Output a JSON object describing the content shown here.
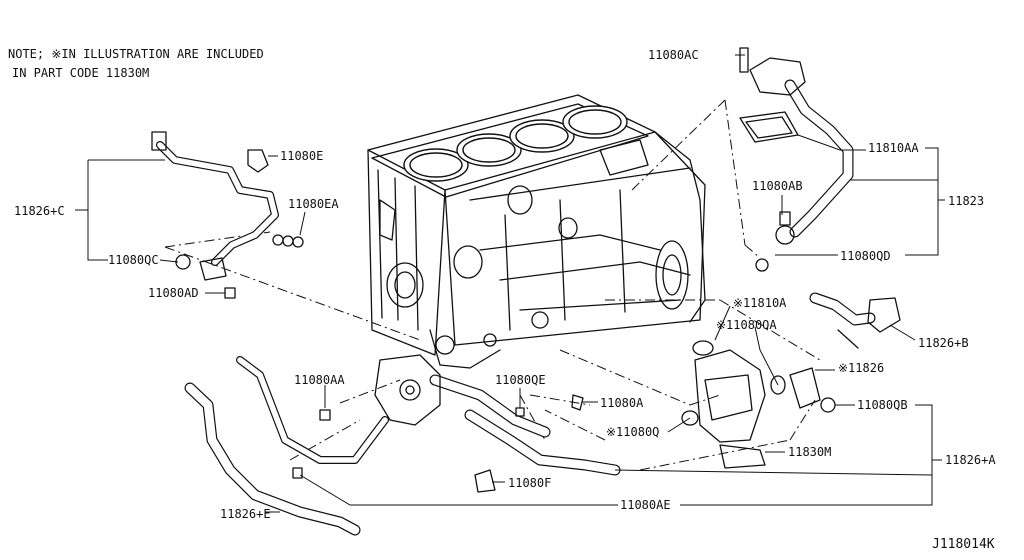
{
  "note": {
    "line1": "NOTE; ※IN ILLUSTRATION ARE INCLUDED",
    "line2": "IN PART CODE 11830M"
  },
  "figure_code": "J118014K",
  "callouts": {
    "c_11080ac": "11080AC",
    "c_11810aa": "11810AA",
    "c_11823": "11823",
    "c_11080ab": "11080AB",
    "c_11080qd": "11080QD",
    "c_11080e": "11080E",
    "c_11080ea": "11080EA",
    "c_11826c": "11826+C",
    "c_11080qc": "11080QC",
    "c_11080ad": "11080AD",
    "c_11810a": "※11810A",
    "c_11080qa": "※11080QA",
    "c_11826b": "11826+B",
    "c_11826": "※11826",
    "c_11080qb": "11080QB",
    "c_11080aa": "11080AA",
    "c_11080qe": "11080QE",
    "c_11080a": "11080A",
    "c_11080q": "※11080Q",
    "c_11830m": "11830M",
    "c_11826a": "11826+A",
    "c_11080f": "11080F",
    "c_11080ae": "11080AE",
    "c_11826e": "11826+E"
  }
}
